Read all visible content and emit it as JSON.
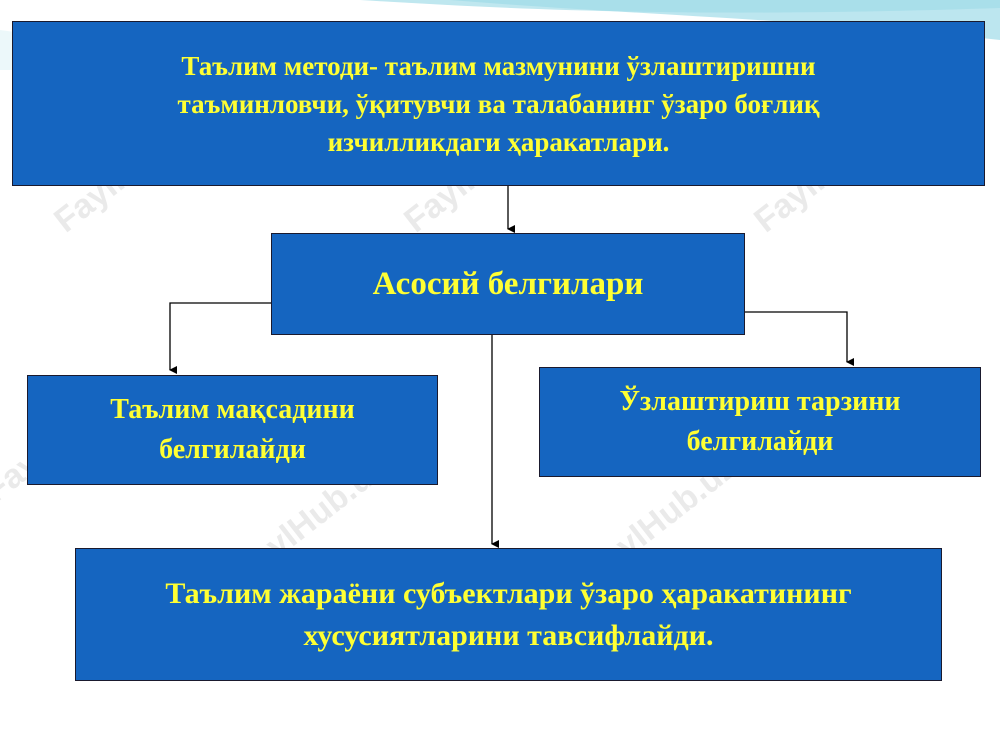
{
  "colors": {
    "box_fill": "#1565c0",
    "box_text": "#ffff33",
    "border": "#1a1a2e",
    "wave": "#7fd3e3"
  },
  "watermark": "FaylHub.uz",
  "definition": {
    "lines": [
      "Таълим методи- таълим мазмунини ўзлаштиришни",
      "таъминловчи,  ўқитувчи ва талабанинг ўзаро боғлиқ",
      "изчилликдаги ҳаракатлари."
    ]
  },
  "main": {
    "label": "Асосий белгилари"
  },
  "left": {
    "lines": [
      "Таълим мақсадини",
      "белгилайди"
    ]
  },
  "right": {
    "lines": [
      "Ўзлаштириш тарзини",
      "белгилайди"
    ]
  },
  "bottom": {
    "lines": [
      "Таълим жараёни субъектлари ўзаро ҳаракатининг",
      "хусусиятларини тавсифлайди."
    ]
  }
}
